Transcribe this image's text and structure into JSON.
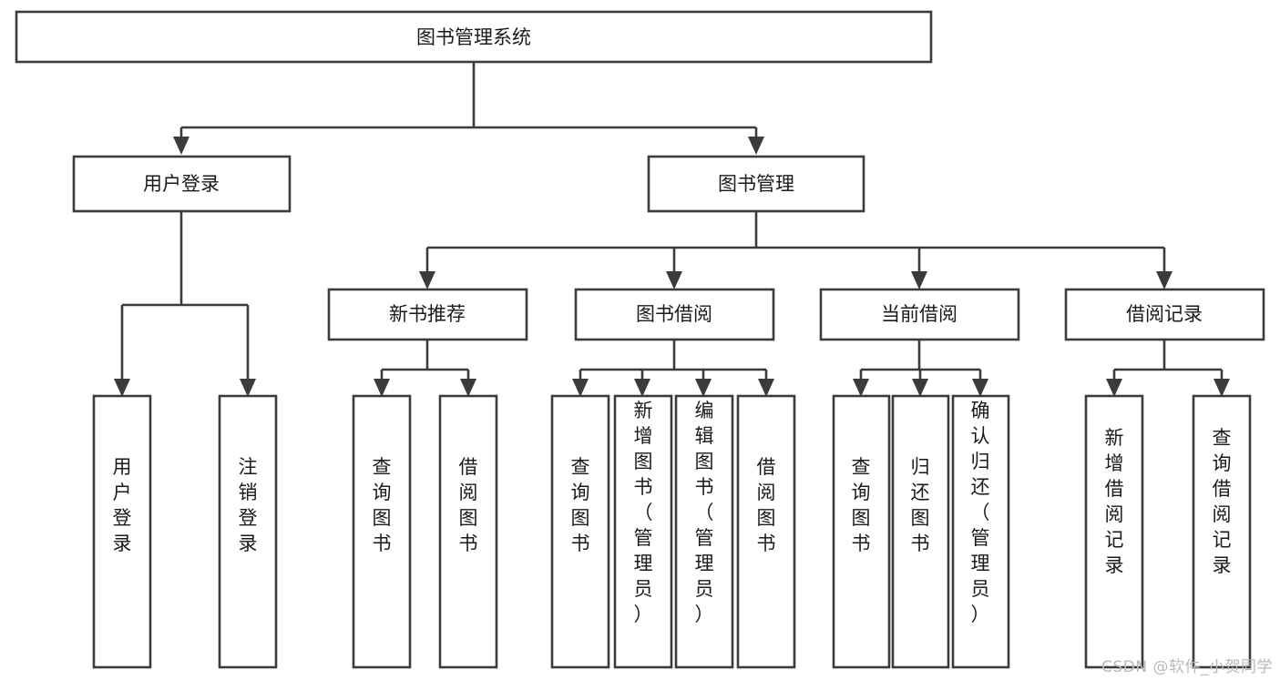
{
  "diagram": {
    "title": "图书管理系统",
    "type": "tree-hierarchy-diagram",
    "colors": {
      "box_stroke": "#3b3b3b",
      "box_fill": "#ffffff",
      "text": "#1a1a1a",
      "connector": "#3b3b3b",
      "background": "#ffffff",
      "watermark": "#b9b9b9"
    },
    "root": {
      "label": "图书管理系统"
    },
    "level2": [
      {
        "label": "用户登录"
      },
      {
        "label": "图书管理"
      }
    ],
    "level3": [
      {
        "label": "新书推荐"
      },
      {
        "label": "图书借阅"
      },
      {
        "label": "当前借阅"
      },
      {
        "label": "借阅记录"
      }
    ],
    "leaves": {
      "user_login": [
        {
          "label": "用户登录"
        },
        {
          "label": "注销登录"
        }
      ],
      "new_book_recommend": [
        {
          "label": "查询图书"
        },
        {
          "label": "借阅图书"
        }
      ],
      "book_borrow": [
        {
          "label": "查询图书"
        },
        {
          "label": "新增图书（管理员）"
        },
        {
          "label": "编辑图书（管理员）"
        },
        {
          "label": "借阅图书"
        }
      ],
      "current_borrow": [
        {
          "label": "查询图书"
        },
        {
          "label": "归还图书"
        },
        {
          "label": "确认归还（管理员）"
        }
      ],
      "borrow_record": [
        {
          "label": "新增借阅记录"
        },
        {
          "label": "查询借阅记录"
        }
      ]
    },
    "watermark": "CSDN @软件_小贺同学"
  }
}
